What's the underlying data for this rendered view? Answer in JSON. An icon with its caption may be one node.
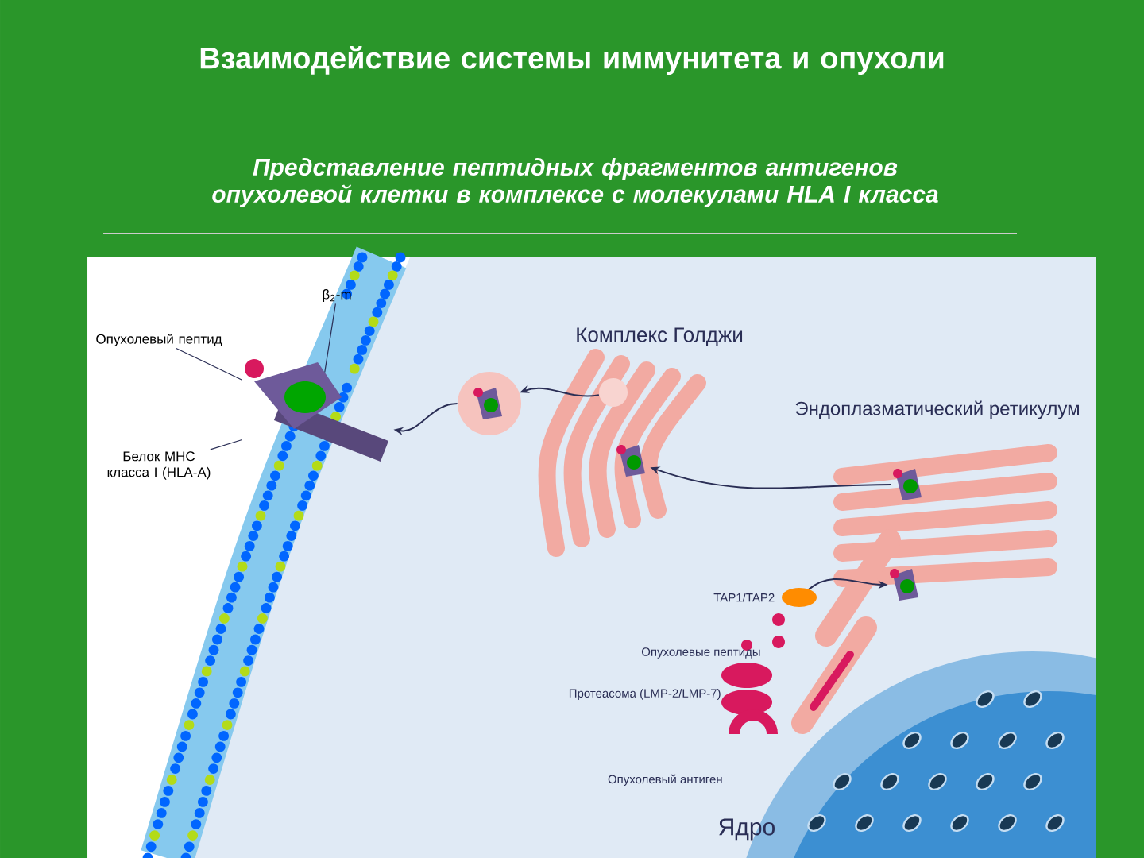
{
  "diagram": {
    "title": "Взаимодействие системы иммунитета и опухоли",
    "caption": "Представление пептидных фрагментов антигенов опухолевой клетки в комплексе с молекулами HLA I класса",
    "nodes": [
      {
        "text": [
          "β$_{2}$-m"
        ]
      },
      {
        "text": [
          "Опухолевый пептид"
        ]
      },
      {
        "text": [
          "Белок MHC класса I (HLA-A)"
        ]
      },
      {
        "text": [],
        "shape": "picture"
      },
      {
        "text": [],
        "shape": "circle"
      },
      {
        "text": [],
        "shape": "circle"
      },
      {
        "text": [],
        "shape": "picture"
      },
      {
        "text": [],
        "shape": "picture"
      },
      {
        "text": [],
        "shape": "ellipse",
        "beside": [
          "TAP1/TAP2"
        ]
      },
      {
        "text": [],
        "shape": "picture"
      }
    ],
    "edges": [
      {
        "from": 0,
        "to": 3,
        "arrow": "none"
      },
      {
        "from": 1,
        "to": 3,
        "arrow": "none"
      },
      {
        "from": 2,
        "to": 3,
        "arrow": "none"
      },
      {
        "from": 4,
        "to": 3,
        "arrow": "to"
      },
      {
        "from": 5,
        "to": 4,
        "arrow": "to"
      },
      {
        "from": 7,
        "to": 6,
        "arrow": "to"
      },
      {
        "from": 8,
        "to": 9,
        "arrow": "to"
      }
    ],
    "labels": [
      "Комплекс Голджи",
      "Эндоплазматический ретикулум",
      "Опухолевые пептиды",
      "Протеасома (LMP-2/LMP-7)",
      "Опухолевый антиген",
      "Ядро"
    ]
  }
}
